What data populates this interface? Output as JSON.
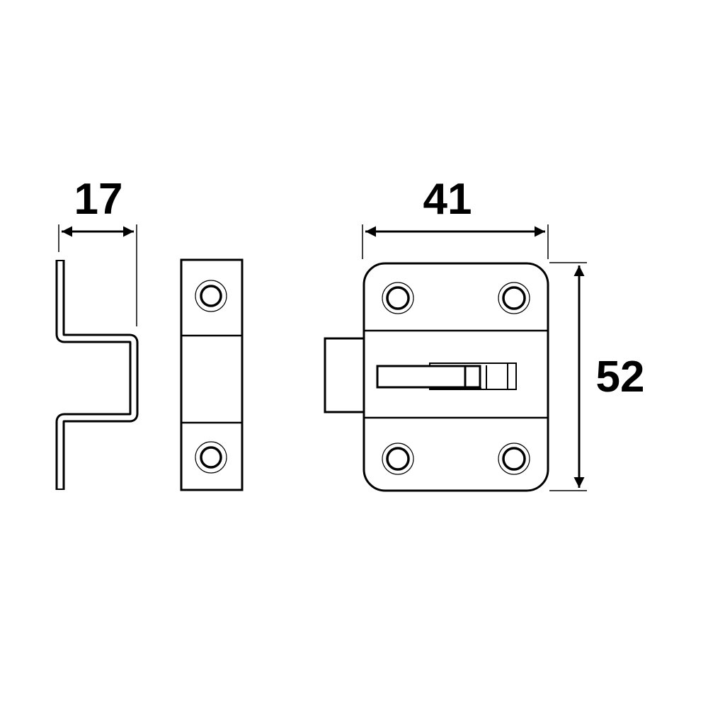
{
  "dimensions": {
    "depth": "17",
    "width": "41",
    "height": "52"
  },
  "colors": {
    "line": "#000000",
    "background": "#ffffff"
  }
}
